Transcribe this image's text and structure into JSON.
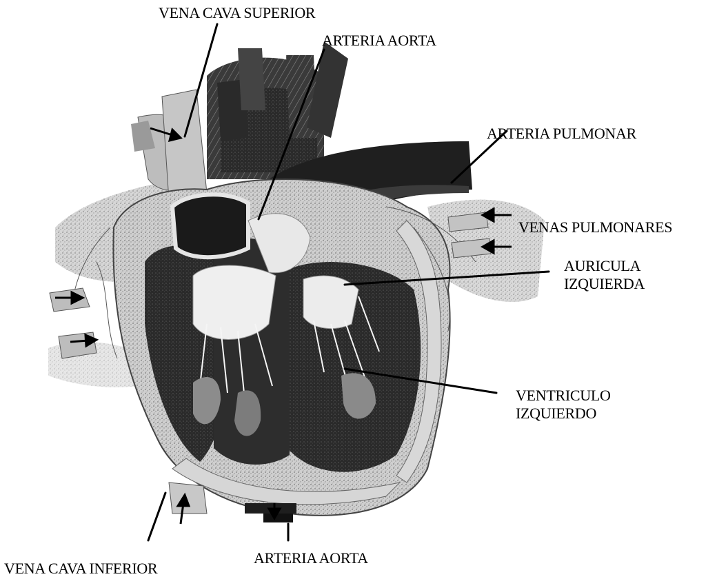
{
  "labels": {
    "vena_cava_superior": "VENA CAVA SUPERIOR",
    "arteria_aorta_top": "ARTERIA AORTA",
    "arteria_pulmonar": "ARTERIA PULMONAR",
    "venas_pulmonares": "VENAS PULMONARES",
    "auricula_izquierda": [
      "AURICULA",
      "IZQUIERDA"
    ],
    "ventriculo_izquierdo": [
      "VENTRICULO",
      "IZQUIERDO"
    ],
    "arteria_aorta_bottom": "ARTERIA AORTA",
    "vena_cava_inferior": "VENA CAVA INFERIOR"
  },
  "colors": {
    "ink": "#000000",
    "background": "#ffffff",
    "muscle_dark": "#1c1c1c",
    "muscle_mid": "#6f6f6f",
    "tissue_light": "#c9c9c9",
    "tendon_white": "#f2f2f2"
  }
}
